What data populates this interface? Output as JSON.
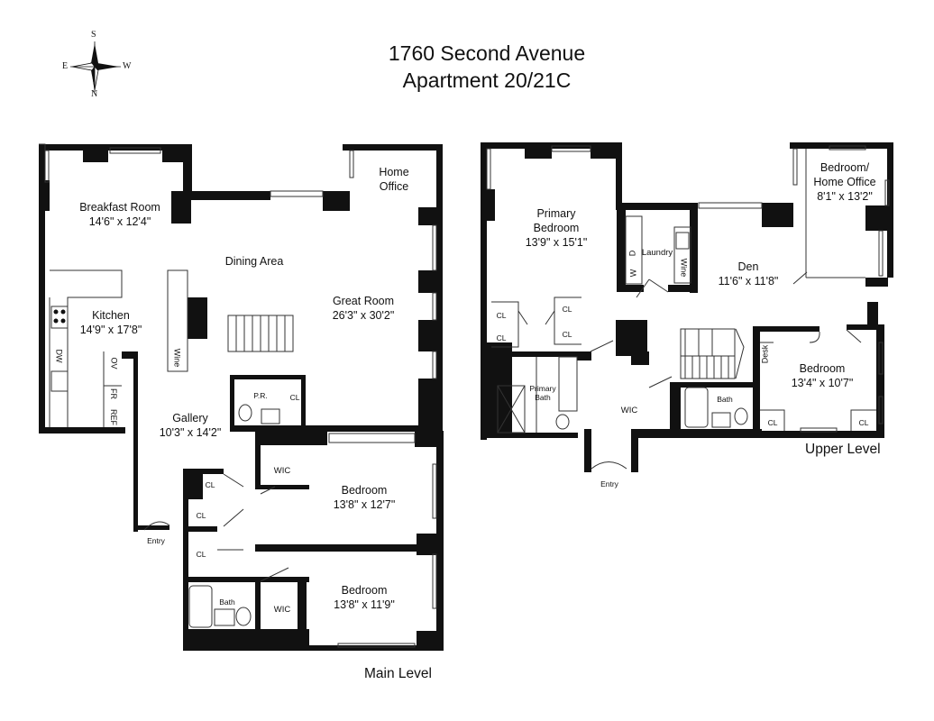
{
  "title": {
    "line1": "1760 Second Avenue",
    "line2": "Apartment 20/21C"
  },
  "compass": {
    "s": "S",
    "n": "N",
    "e": "E",
    "w": "W"
  },
  "levels": {
    "main": "Main Level",
    "upper": "Upper Level"
  },
  "main": {
    "breakfast": {
      "name": "Breakfast Room",
      "dims": "14'6\" x 12'4\""
    },
    "home_office": {
      "l1": "Home",
      "l2": "Office"
    },
    "dining": "Dining Area",
    "great": {
      "name": "Great Room",
      "dims": "26'3\" x 30'2\""
    },
    "kitchen": {
      "name": "Kitchen",
      "dims": "14'9\" x 17'8\""
    },
    "dw": "DW",
    "ov": "OV",
    "fr": "FR",
    "ref": "REF",
    "wine": "Wine",
    "gallery": {
      "name": "Gallery",
      "dims": "10'3\" x 14'2\""
    },
    "pr": "P.R.",
    "cl": "CL",
    "wic": "WIC",
    "bath": "Bath",
    "bedroom1": {
      "name": "Bedroom",
      "dims": "13'8\" x 12'7\""
    },
    "bedroom2": {
      "name": "Bedroom",
      "dims": "13'8\" x 11'9\""
    },
    "entry": "Entry"
  },
  "upper": {
    "primary_bed": {
      "l1": "Primary",
      "l2": "Bedroom",
      "dims": "13'9\" x 15'1\""
    },
    "laundry": "Laundry",
    "w": "W",
    "d": "D",
    "wine": "Wine",
    "den": {
      "name": "Den",
      "dims": "11'6\" x 11'8\""
    },
    "bed_office": {
      "l1": "Bedroom/",
      "l2": "Home Office",
      "dims": "8'1\" x 13'2\""
    },
    "primary_bath": {
      "l1": "Primary",
      "l2": "Bath"
    },
    "cl": "CL",
    "wic": "WIC",
    "bath": "Bath",
    "desk": "Desk",
    "bedroom": {
      "name": "Bedroom",
      "dims": "13'4\" x 10'7\""
    },
    "entry": "Entry"
  }
}
